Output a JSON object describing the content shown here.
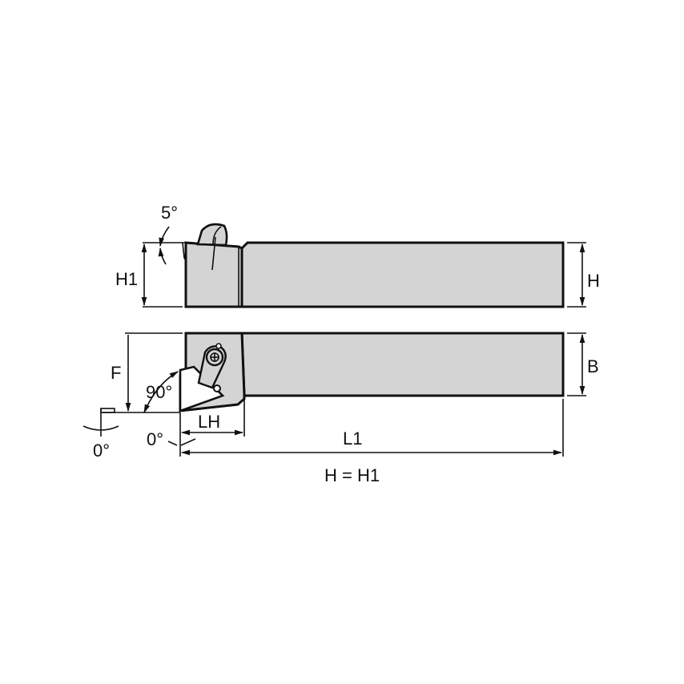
{
  "diagram": {
    "type": "turning tool holder dimension drawing",
    "colors": {
      "background": "#ffffff",
      "body_fill": "#d4d4d4",
      "line": "#111111"
    },
    "side_view": {
      "labels": {
        "height_left": "H1",
        "height_right": "H",
        "angle_top": "5°"
      }
    },
    "top_view": {
      "labels": {
        "offset": "F",
        "width": "B",
        "approach_angle": "90°",
        "head_length": "LH",
        "total_length": "L1",
        "angle_left": "0°",
        "angle_bottom": "0°"
      }
    },
    "note": "H = H1"
  }
}
